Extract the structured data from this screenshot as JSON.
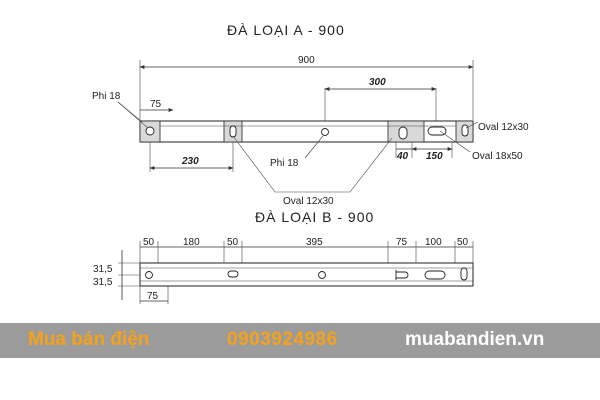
{
  "diagram_a": {
    "title": "ĐÀ LOẠI A - 900",
    "dim_total": "900",
    "dim_300": "300",
    "dim_75": "75",
    "dim_230": "230",
    "dim_40": "40",
    "dim_150": "150",
    "label_phi18_left": "Phi 18",
    "label_phi18_mid": "Phi 18",
    "label_oval12_bottom": "Oval 12x30",
    "label_oval12_right": "Oval 12x30",
    "label_oval18": "Oval 18x50"
  },
  "diagram_b": {
    "title": "ĐÀ LOẠI B - 900",
    "dims_top": [
      "50",
      "180",
      "50",
      "395",
      "75",
      "100",
      "50"
    ],
    "dim_left_top": "31,5",
    "dim_left_bottom": "31,5",
    "dim_bottom_75": "75"
  },
  "footer": {
    "brand": "Mua bán điện",
    "phone": "0903924986",
    "website": "muabandien.vn",
    "brand_color": "#f6a21a",
    "bar_color": "#9b9b9b"
  }
}
